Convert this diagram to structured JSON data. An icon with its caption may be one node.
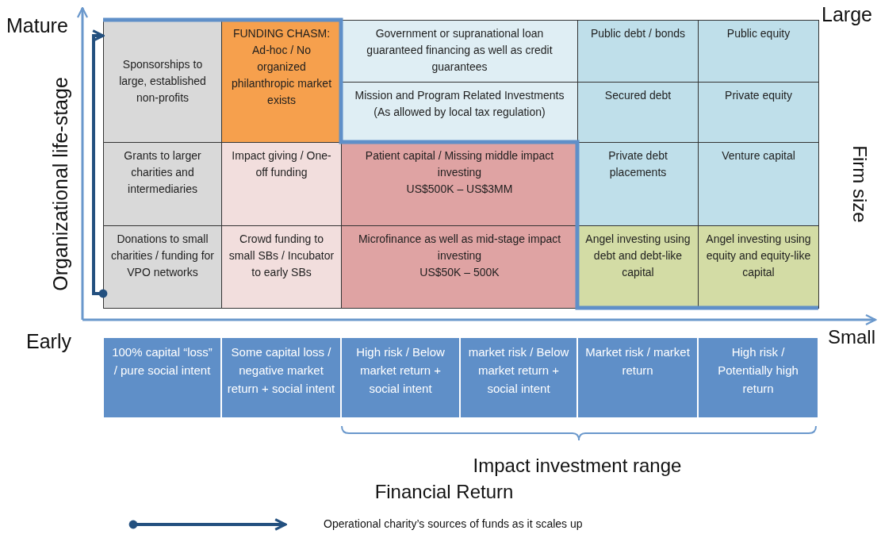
{
  "diagram": {
    "title": "Financial Return",
    "nodes": [
      {
        "text": [
          "Sponsorships to large, established non-profits"
        ]
      },
      {
        "text": [
          "FUNDING CHASM:",
          "Ad-hoc / No organized philanthropic market exists"
        ]
      },
      {
        "text": [
          "Government or supranational loan guaranteed financing as well as credit guarantees"
        ]
      },
      {
        "text": [
          "Public debt / bonds"
        ]
      },
      {
        "text": [
          "Public equity"
        ]
      },
      {
        "text": [
          "Mission and Program Related Investments (As allowed by local tax regulation)"
        ]
      },
      {
        "text": [
          "Secured debt"
        ]
      },
      {
        "text": [
          "Private equity"
        ]
      },
      {
        "text": [
          "Grants to larger charities and intermediaries"
        ]
      },
      {
        "text": [
          "Impact giving / One-off funding"
        ]
      },
      {
        "text": [
          "Patient capital / Missing middle impact investing",
          "US$500K – US$3MM"
        ]
      },
      {
        "text": [
          "Private debt placements"
        ]
      },
      {
        "text": [
          "Venture capital"
        ]
      },
      {
        "text": [
          "Donations to small charities / funding for VPO networks"
        ]
      },
      {
        "text": [
          "Crowd funding to small SBs / Incubator to early SBs"
        ]
      },
      {
        "text": [
          "Microfinance as well as mid-stage impact investing",
          "US$50K – 500K"
        ]
      },
      {
        "text": [
          "Angel investing using debt and debt-like capital"
        ]
      },
      {
        "text": [
          "Angel investing using equity and equity-like capital"
        ]
      },
      {
        "text": [
          "100% capital “loss” /  pure social intent"
        ]
      },
      {
        "text": [
          "Some capital loss / negative market return + social intent"
        ]
      },
      {
        "text": [
          "High risk / Below market return + social intent"
        ]
      },
      {
        "text": [
          "market risk / Below market return + social intent"
        ]
      },
      {
        "text": [
          "Market risk / market return"
        ]
      },
      {
        "text": [
          "High risk / Potentially high return"
        ]
      }
    ],
    "edges": [
      {
        "from": 13,
        "to": 0,
        "arrow": "to"
      }
    ],
    "labels": [
      "Mature",
      "Large",
      "Organizational life-stage",
      "Firm size",
      "Early",
      "Small",
      "Impact investment range"
    ],
    "legend": [
      {
        "text": "Operational charity’s sources of funds as it scales up"
      }
    ]
  }
}
